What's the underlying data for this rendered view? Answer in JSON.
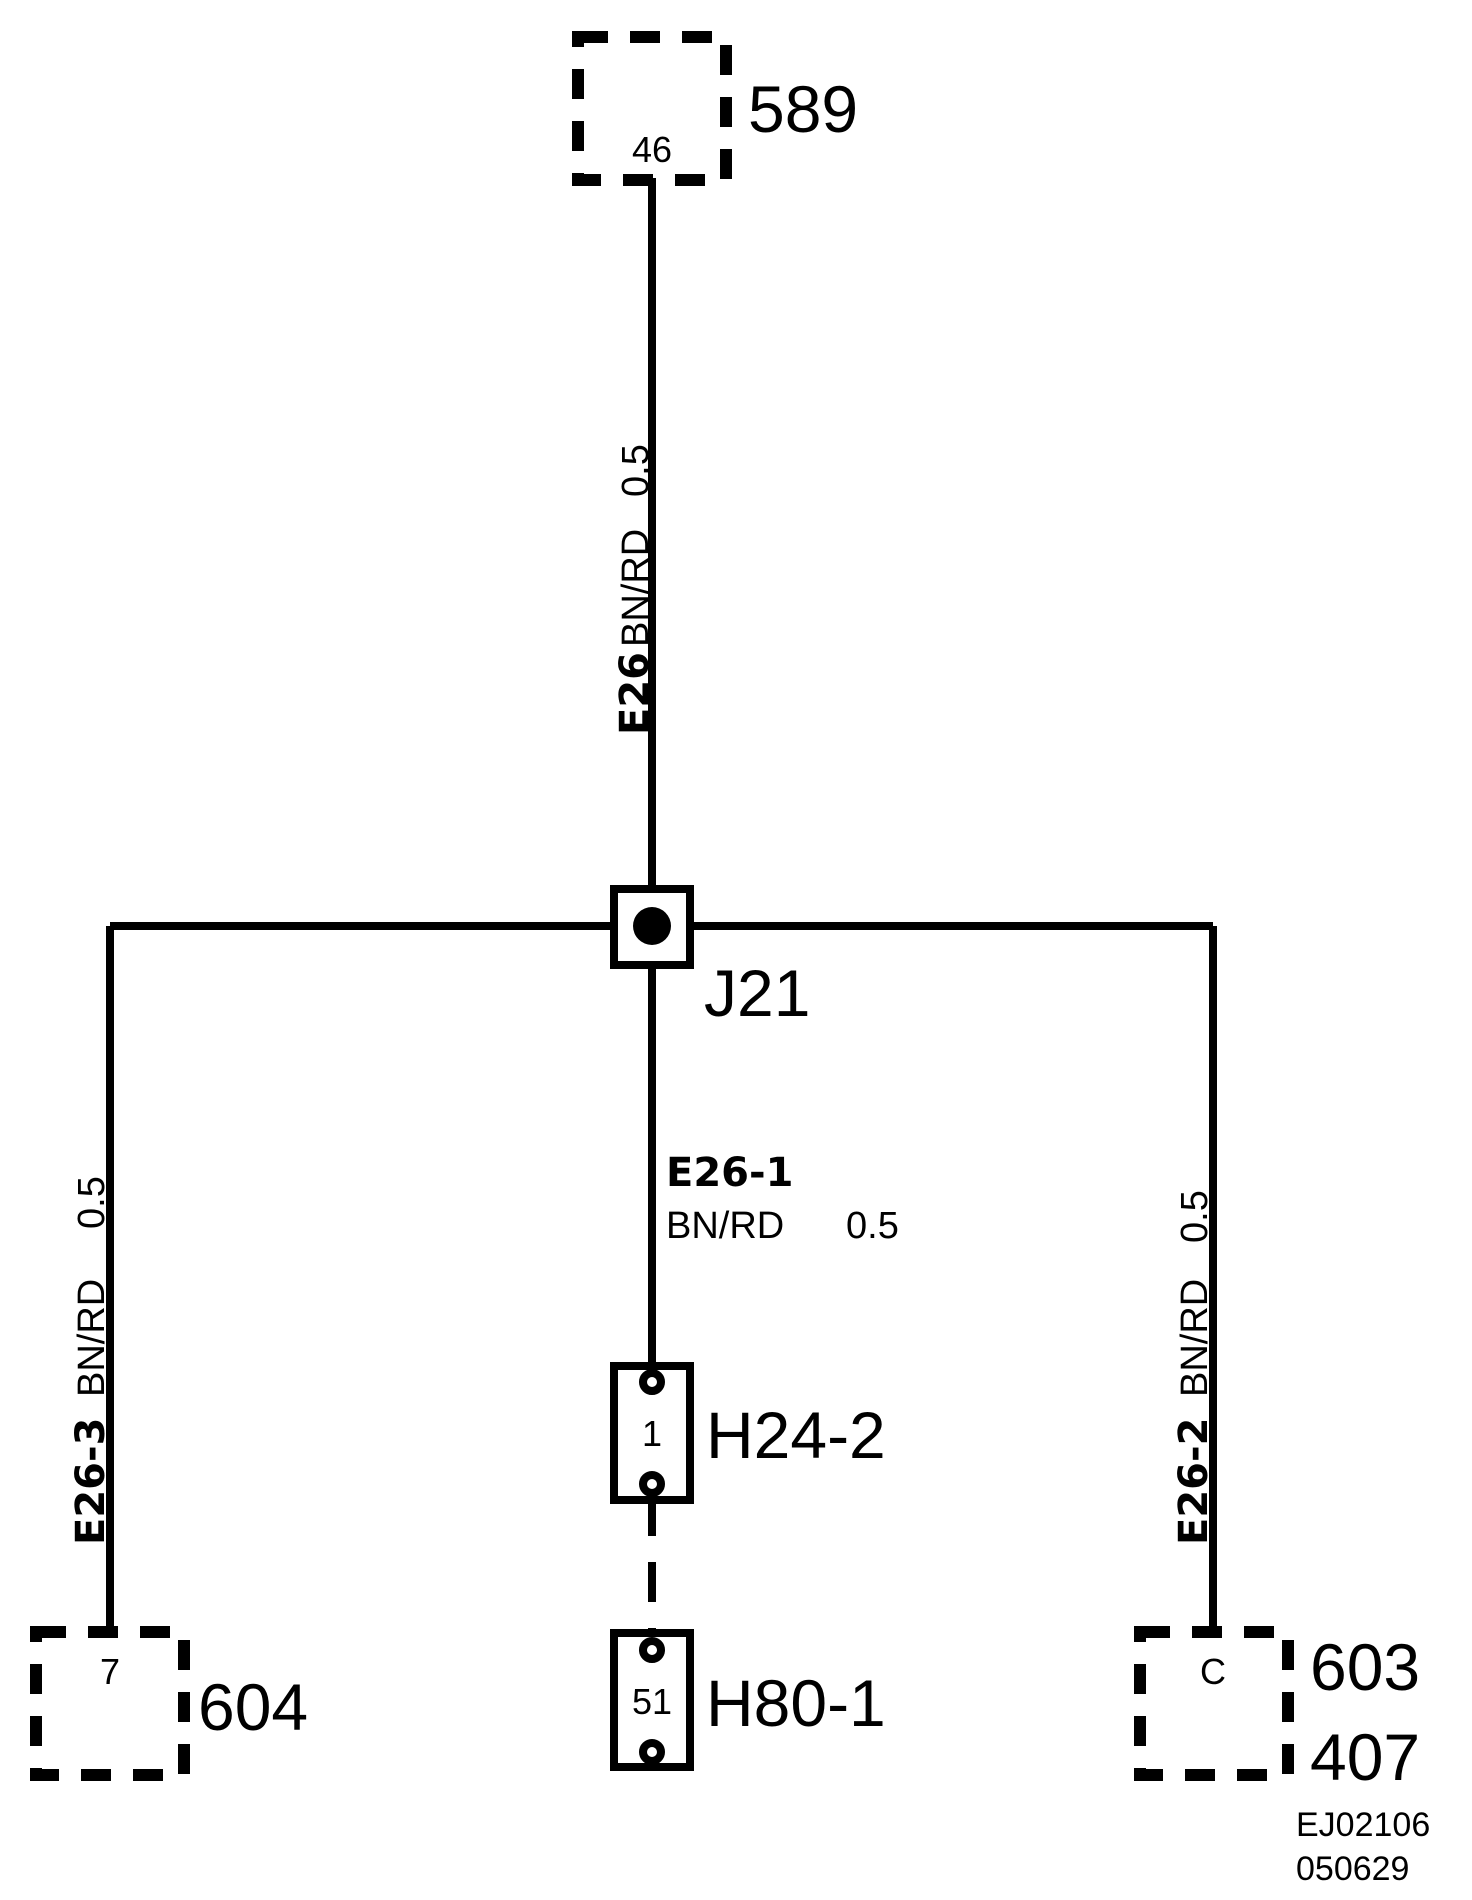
{
  "connectors": {
    "c589": {
      "id": "589",
      "pin": "46"
    },
    "c604": {
      "id": "604",
      "pin": "7"
    },
    "c603": {
      "id_line1": "603",
      "id_line2": "407",
      "pin": "C"
    }
  },
  "splice": {
    "id": "J21"
  },
  "inline_connectors": {
    "h24": {
      "id": "H24-2",
      "pin": "1"
    },
    "h80": {
      "id": "H80-1",
      "pin": "51"
    }
  },
  "wires": {
    "e26": {
      "id": "E26",
      "color": "BN/RD",
      "size": "0.5"
    },
    "e26_1": {
      "id": "E26-1",
      "color": "BN/RD",
      "size": "0.5"
    },
    "e26_2": {
      "id": "E26-2",
      "color": "BN/RD",
      "size": "0.5"
    },
    "e26_3": {
      "id": "E26-3",
      "color": "BN/RD",
      "size": "0.5"
    }
  },
  "reference": {
    "code": "EJ02106",
    "date": "050629"
  }
}
